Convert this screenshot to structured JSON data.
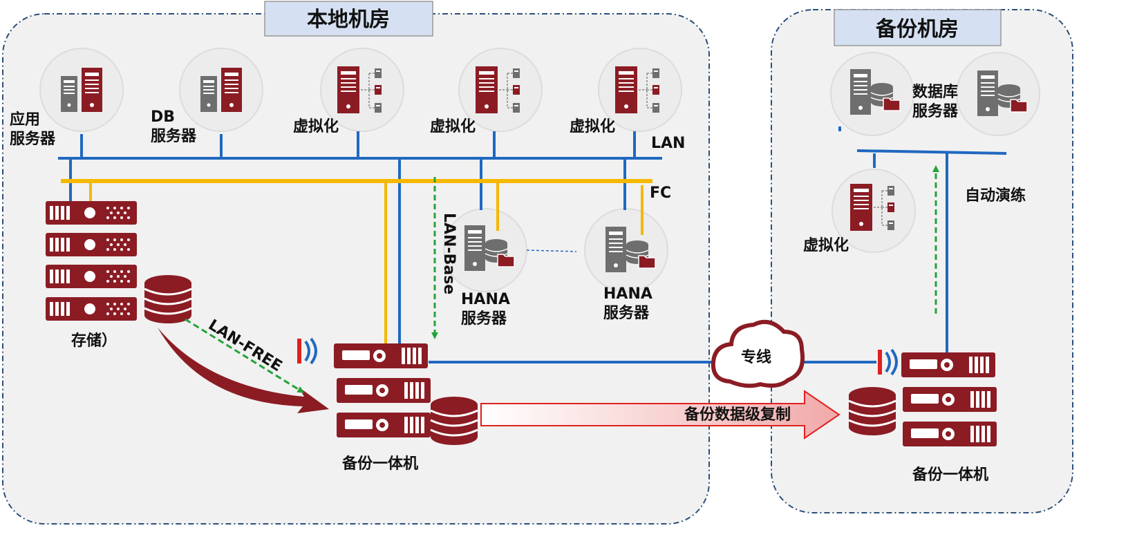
{
  "colors": {
    "maroon": "#8b1c24",
    "gray": "#6e6e6e",
    "lan": "#2068c0",
    "fc": "#f5b800",
    "green": "#22a33a",
    "red": "#e02020",
    "room_bg": "#f1f1f1",
    "title_bg": "#d5e1f2",
    "room_border": "#2a4f7a"
  },
  "rooms": {
    "local": {
      "title": "本地机房"
    },
    "backup": {
      "title": "备份机房"
    }
  },
  "nodes": {
    "app_server": "应用\n服务器",
    "db_server": "DB\n服务器",
    "virt_1": "虚拟化",
    "virt_2": "虚拟化",
    "virt_3": "虚拟化",
    "hana_1": "HANA\n服务器",
    "hana_2": "HANA\n服务器",
    "storage": "存储）",
    "backup_appliance_local": "备份一体机",
    "backup_db_server": "数据库\n服务器",
    "backup_virt": "虚拟化",
    "backup_appliance_remote": "备份一体机",
    "cloud": "专线"
  },
  "links": {
    "lan": "LAN",
    "fc": "FC",
    "lan_base": "LAN-Base",
    "lan_free": "LAN-FREE",
    "replication": "备份数据级复制",
    "auto_drill": "自动演练"
  },
  "icons": {
    "server": "server-icon",
    "database": "database-icon",
    "rack": "rack-server-icon",
    "cloud": "cloud-icon",
    "wireless": "wireless-signal-icon"
  }
}
